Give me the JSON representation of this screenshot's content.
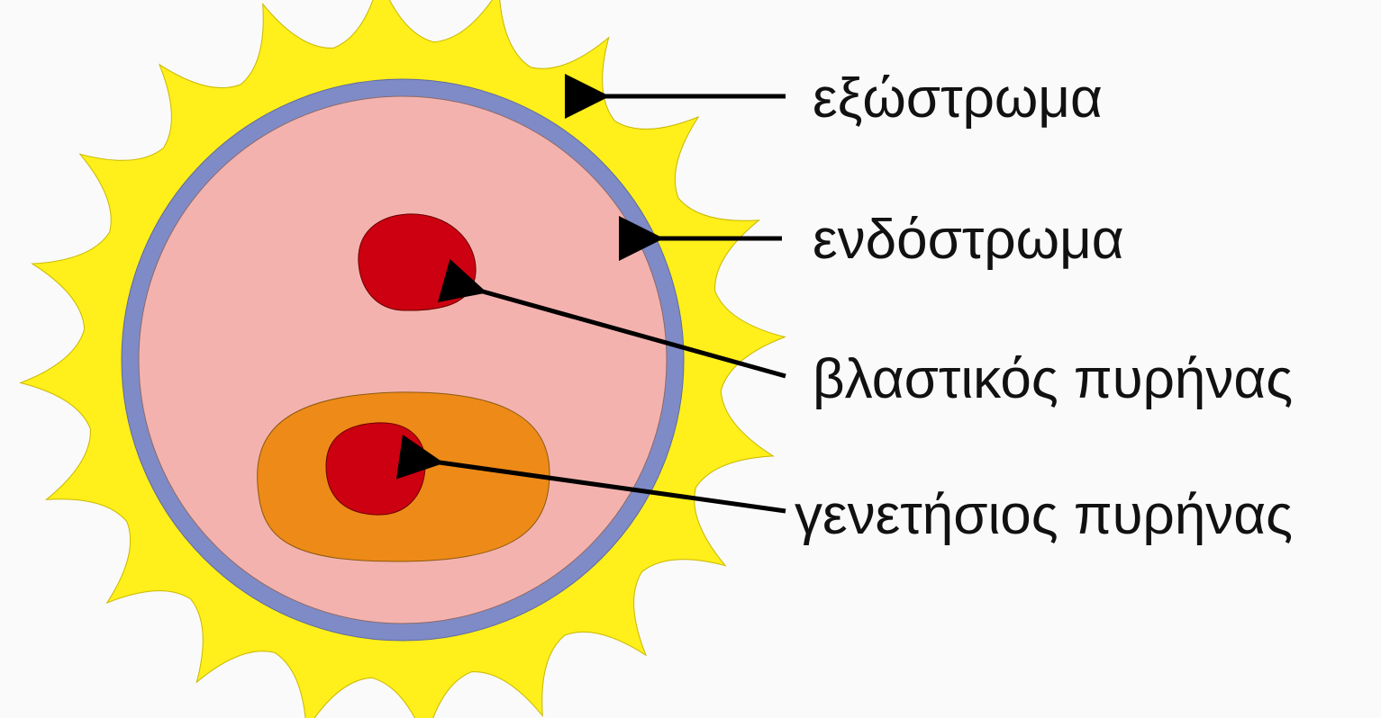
{
  "diagram": {
    "colors": {
      "background": "#fafafa",
      "exine": "#ffef1a",
      "intine": "#7f8bc6",
      "cytoplasm": "#f4b2ae",
      "generative_cell": "#ee8a18",
      "nucleus": "#cc0010",
      "arrow": "#000000",
      "outline": "#555555"
    },
    "labels": [
      {
        "id": "exine",
        "text": "εξώστρωμα"
      },
      {
        "id": "intine",
        "text": "ενδόστρωμα"
      },
      {
        "id": "vegetative-nucleus",
        "text": "βλαστικός πυρήνας"
      },
      {
        "id": "generative-nucleus",
        "text": "γενετήσιος πυρήνας"
      }
    ],
    "spike_count": 20
  }
}
